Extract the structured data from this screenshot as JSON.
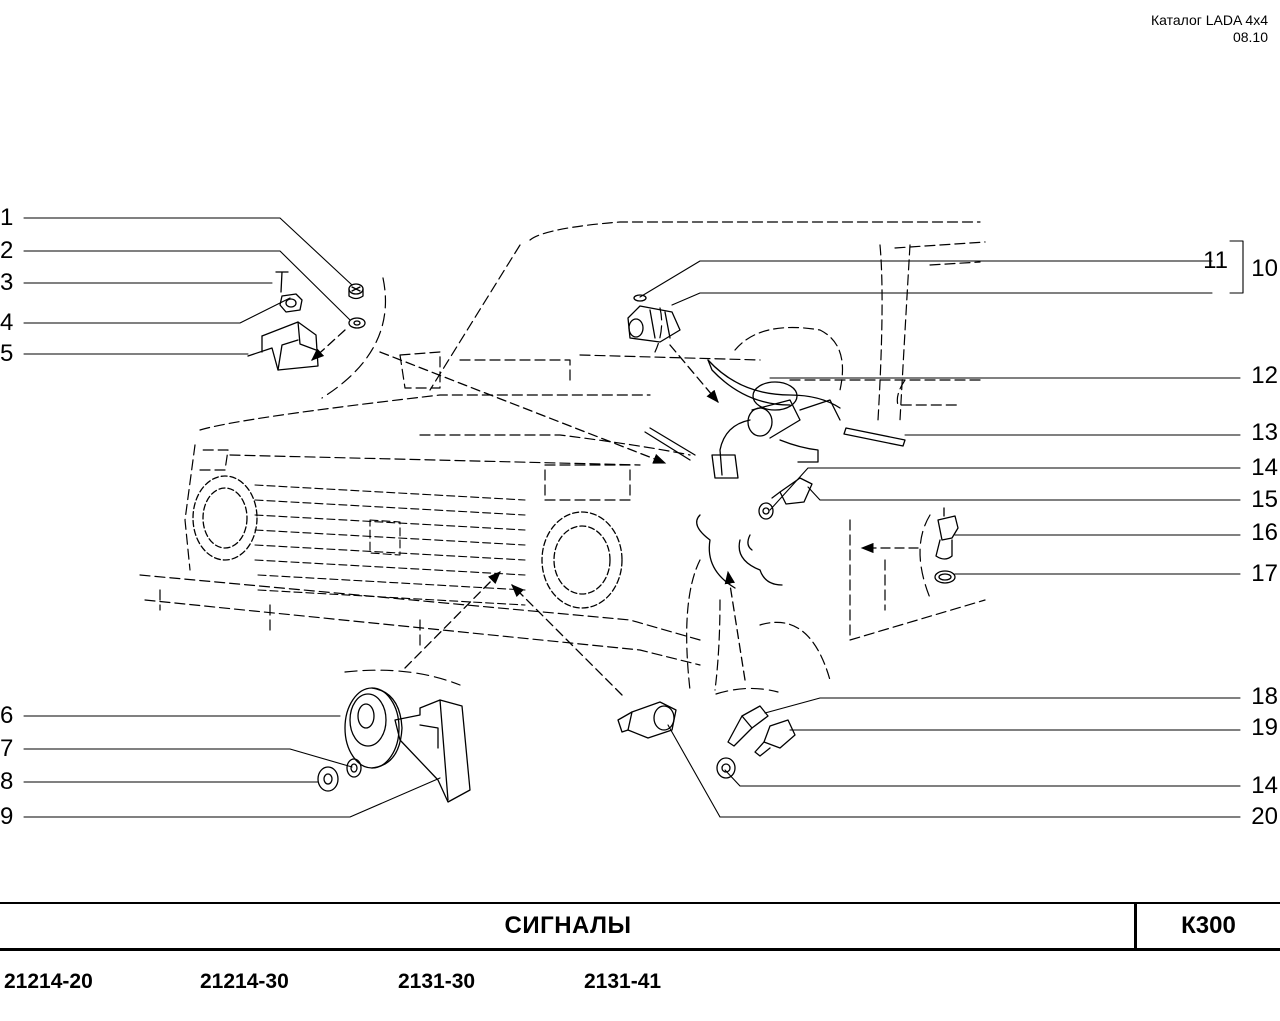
{
  "catalog": {
    "line1": "Каталог  LADA  4x4",
    "line2": "08.10"
  },
  "callouts": {
    "left": [
      "1",
      "2",
      "3",
      "4",
      "5",
      "6",
      "7",
      "8",
      "9"
    ],
    "right": [
      "11",
      "10",
      "12",
      "13",
      "14",
      "15",
      "16",
      "17",
      "18",
      "19",
      "14",
      "20"
    ]
  },
  "title": "СИГНАЛЫ",
  "code": "К300",
  "models": [
    "21214-20",
    "21214-30",
    "2131-30",
    "2131-41"
  ]
}
